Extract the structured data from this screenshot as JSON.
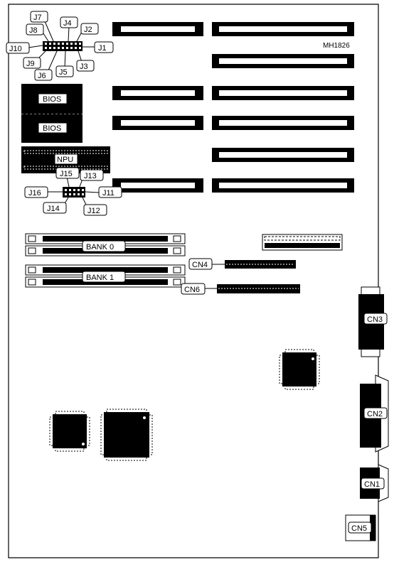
{
  "diagram": {
    "id_label": "MH1826",
    "jumpers_top": [
      "J1",
      "J2",
      "J3",
      "J4",
      "J5",
      "J6",
      "J7",
      "J8",
      "J9",
      "J10"
    ],
    "jumpers_mid": [
      "J11",
      "J12",
      "J13",
      "J14",
      "J15",
      "J16"
    ],
    "chips": {
      "bios1": "BIOS",
      "bios2": "BIOS",
      "npu": "NPU"
    },
    "memory": {
      "bank0": "BANK 0",
      "bank1": "BANK 1"
    },
    "connectors": {
      "cn1": "CN1",
      "cn2": "CN2",
      "cn3": "CN3",
      "cn4": "CN4",
      "cn5": "CN5",
      "cn6": "CN6"
    }
  }
}
